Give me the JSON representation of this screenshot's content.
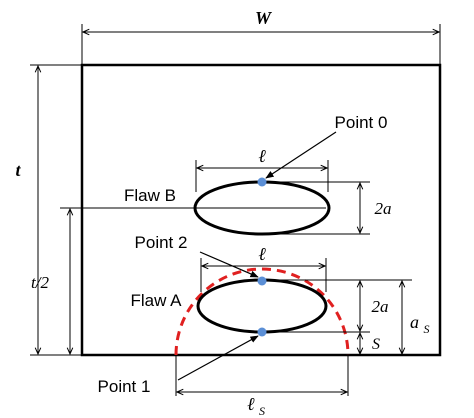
{
  "labels": {
    "width": "W",
    "thickness": "t",
    "half_thickness": "t/2",
    "flaw_b": "Flaw B",
    "flaw_a": "Flaw A",
    "point0": "Point 0",
    "point1": "Point 1",
    "point2": "Point 2",
    "length_top": "ℓ",
    "length_mid": "ℓ",
    "length_s_main": "ℓ",
    "length_s_sub": "S",
    "depth_b": "2a",
    "depth_a": "2a",
    "as_main": "a",
    "as_sub": "S",
    "s": "S"
  },
  "colors": {
    "line": "#000000",
    "point": "#5b8fd6",
    "dashed_circle": "#e02020"
  }
}
